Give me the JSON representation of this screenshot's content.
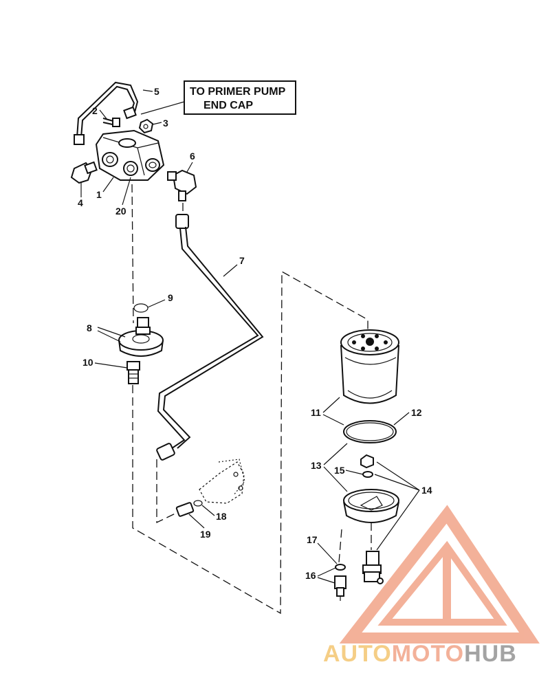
{
  "note_box": {
    "line1": "TO PRIMER PUMP",
    "line2": "END CAP"
  },
  "callouts": [
    "1",
    "2",
    "3",
    "4",
    "5",
    "6",
    "7",
    "8",
    "9",
    "10",
    "11",
    "12",
    "13",
    "14",
    "15",
    "16",
    "17",
    "18",
    "19",
    "20"
  ],
  "watermark": {
    "auto": "AUTO",
    "moto": "MOTO",
    "hub": "HUB",
    "color_primary": "#f2a98f",
    "color_secondary": "#f5c97a",
    "color_hub": "#9a9a9a"
  }
}
